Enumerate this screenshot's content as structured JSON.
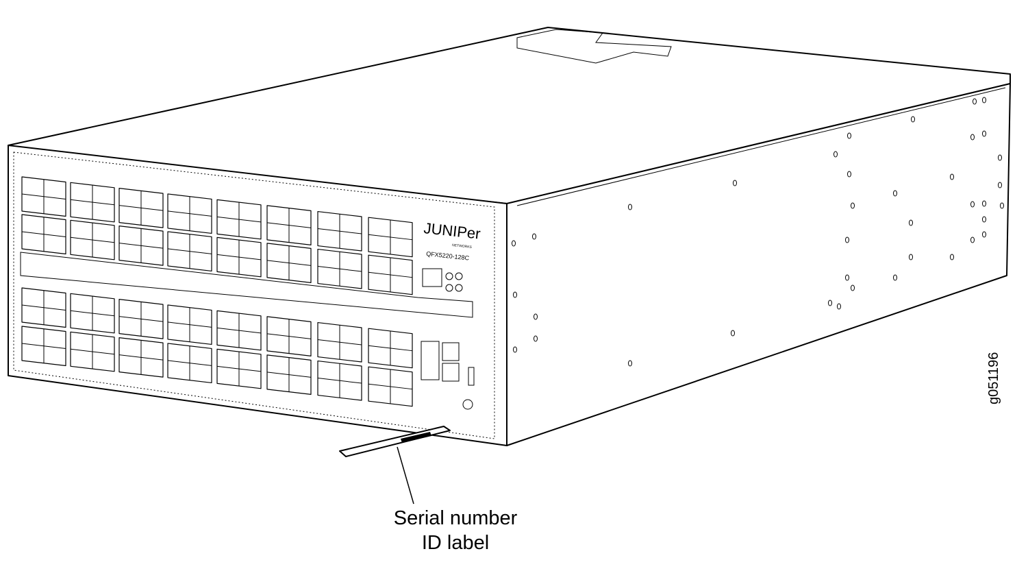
{
  "device": {
    "brand": "JUNIPer",
    "brand_sub": "NETWORKS",
    "model": "QFX5220-128C",
    "port_rows": 4,
    "port_columns": 8
  },
  "callout": {
    "line1": "Serial number",
    "line2": "ID label"
  },
  "figure_id": "g051196"
}
